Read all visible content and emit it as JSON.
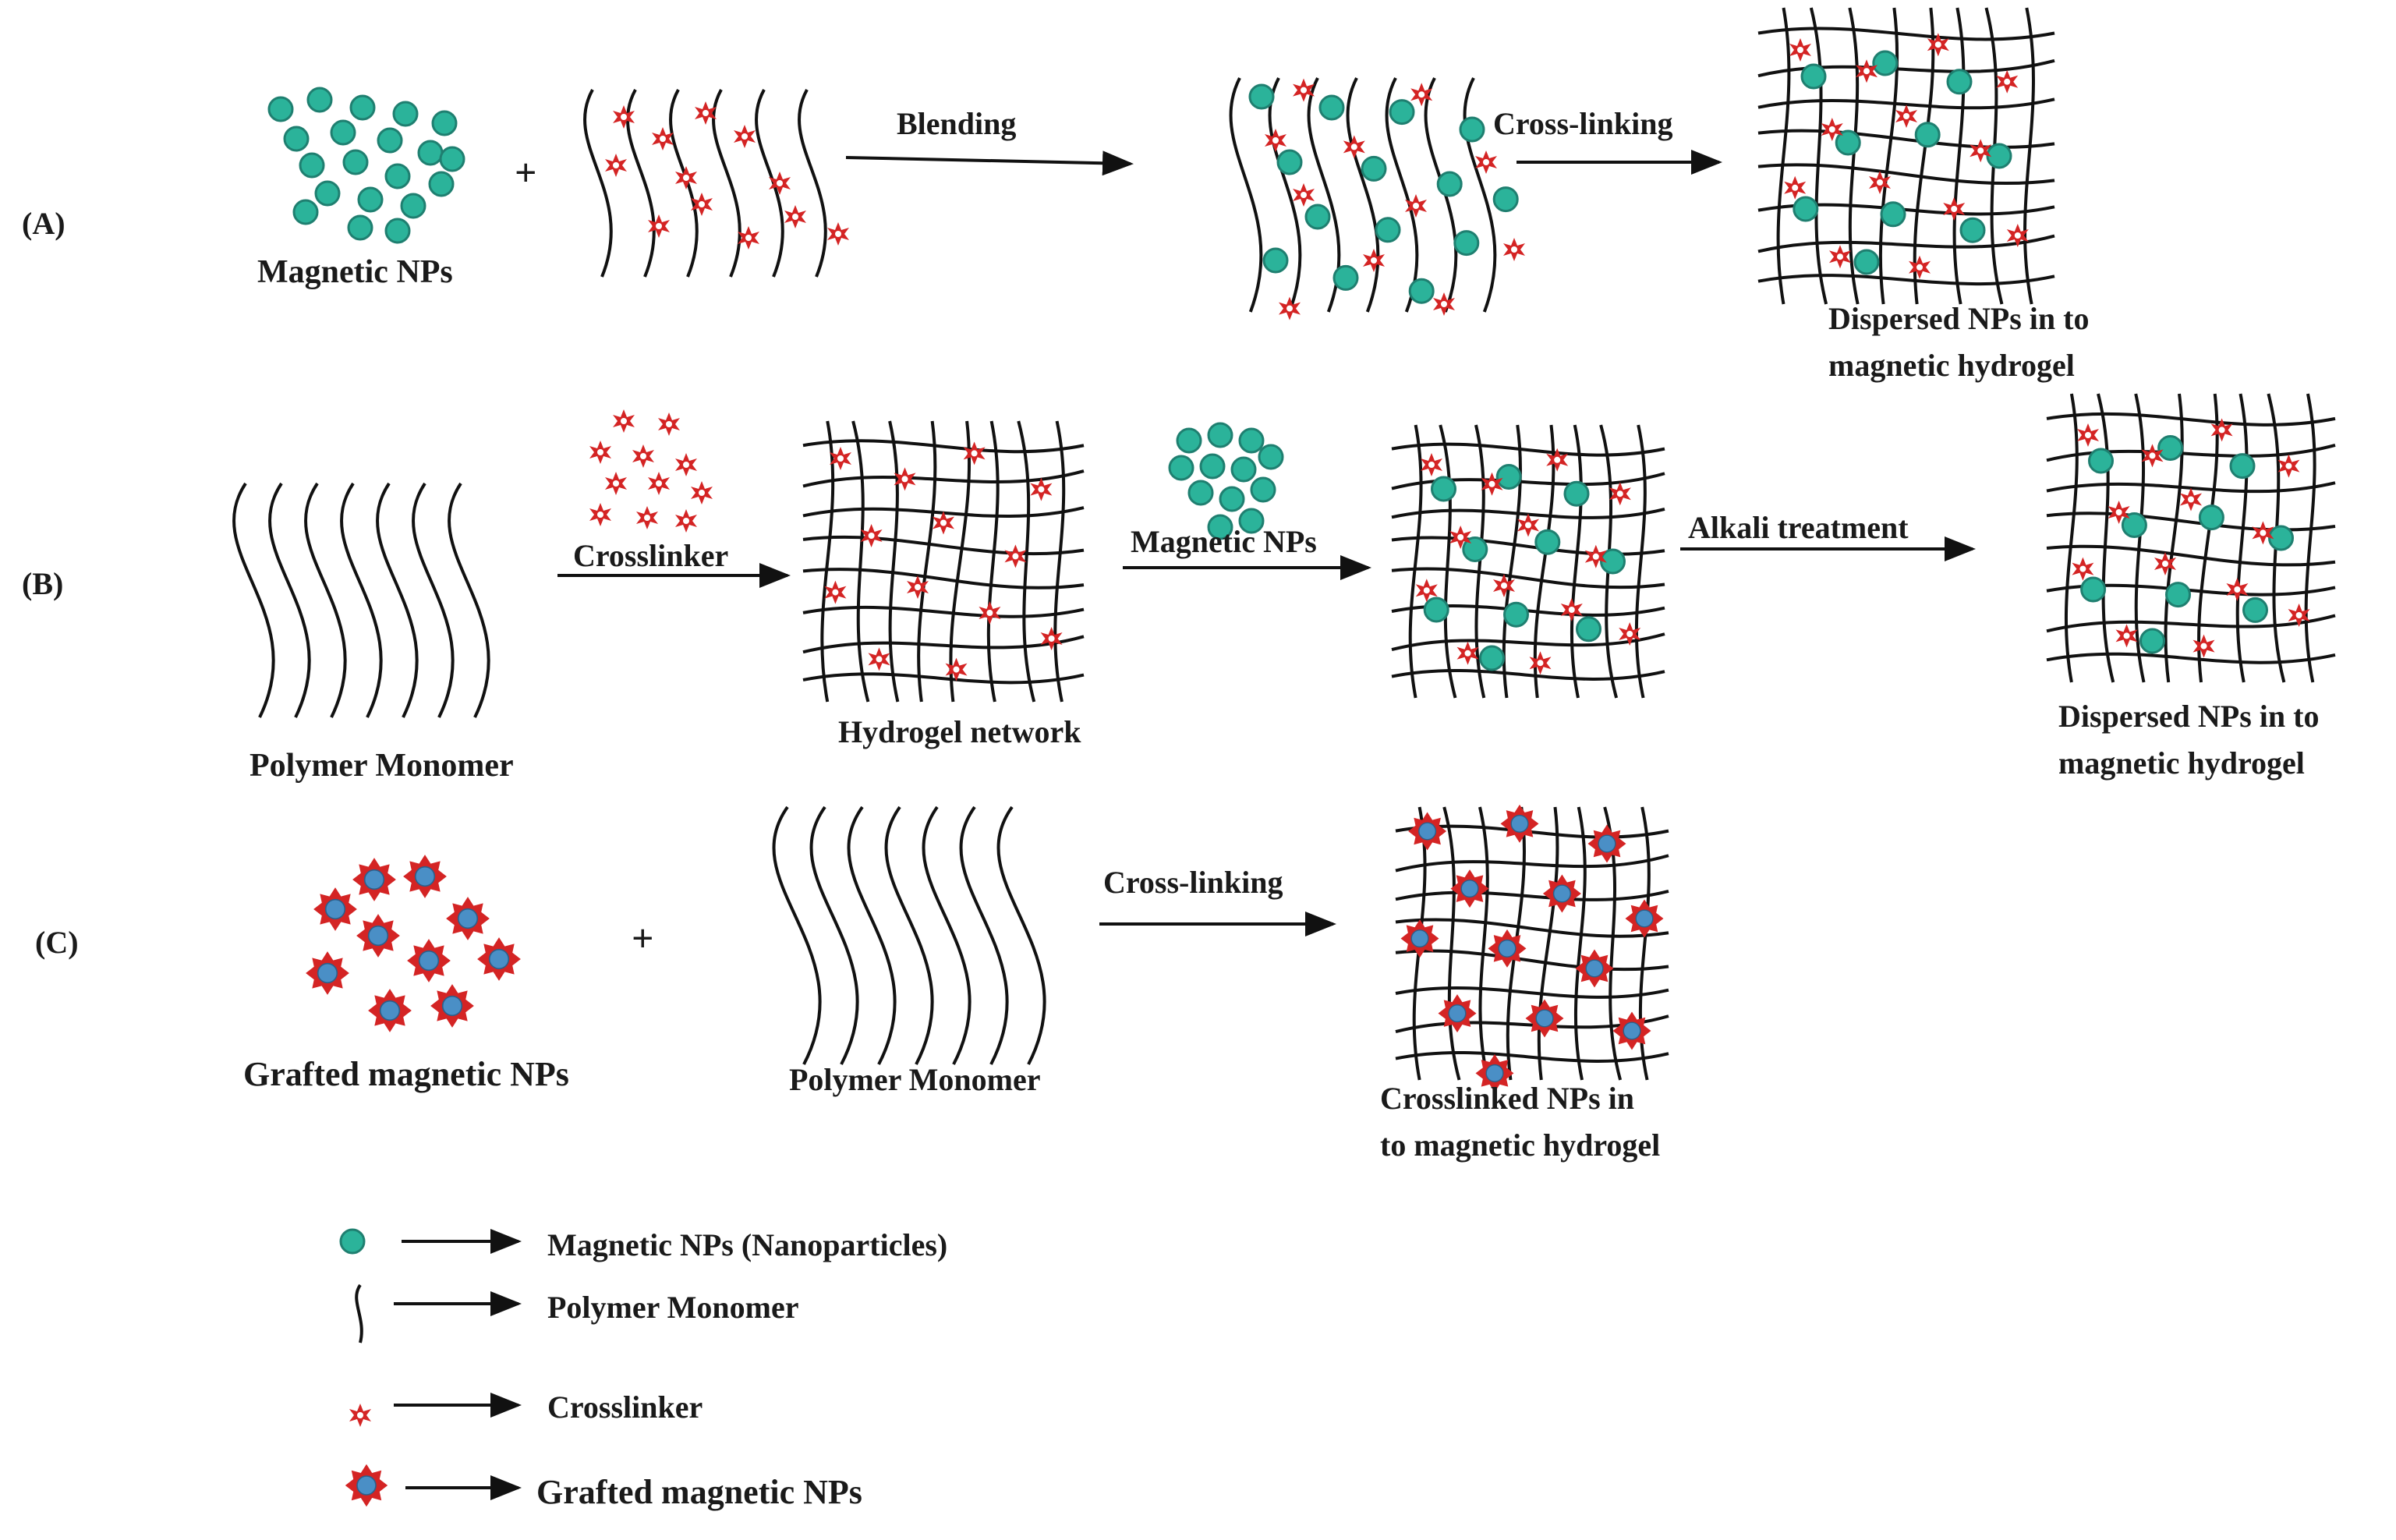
{
  "rows": {
    "A": {
      "label": "(A)",
      "plus": "+",
      "input_label": "Magnetic NPs",
      "step1": "Blending",
      "step2": "Cross-linking",
      "result_line1": "Dispersed NPs in to",
      "result_line2": "magnetic hydrogel"
    },
    "B": {
      "label": "(B)",
      "input_label": "Polymer Monomer",
      "step1": "Crosslinker",
      "intermediate_label": "Hydrogel network",
      "step2": "Magnetic NPs",
      "step3": "Alkali treatment",
      "result_line1": "Dispersed NPs in to",
      "result_line2": "magnetic hydrogel"
    },
    "C": {
      "label": "(C)",
      "plus": "+",
      "input1_label": "Grafted magnetic NPs",
      "input2_label": "Polymer Monomer",
      "step1": "Cross-linking",
      "result_line1": "Crosslinked NPs in",
      "result_line2": "to magnetic hydrogel"
    }
  },
  "legend": [
    {
      "symbol": "magnetic-np",
      "label": "Magnetic NPs (Nanoparticles)"
    },
    {
      "symbol": "polymer-monomer",
      "label": "Polymer Monomer"
    },
    {
      "symbol": "crosslinker",
      "label": "Crosslinker"
    },
    {
      "symbol": "grafted-np",
      "label": "Grafted magnetic NPs"
    }
  ],
  "colors": {
    "np_fill": "#2bb39a",
    "np_stroke": "#1f7f70",
    "crosslinker": "#d42424",
    "grafted_core": "#4a8fc6",
    "line": "#111111"
  }
}
